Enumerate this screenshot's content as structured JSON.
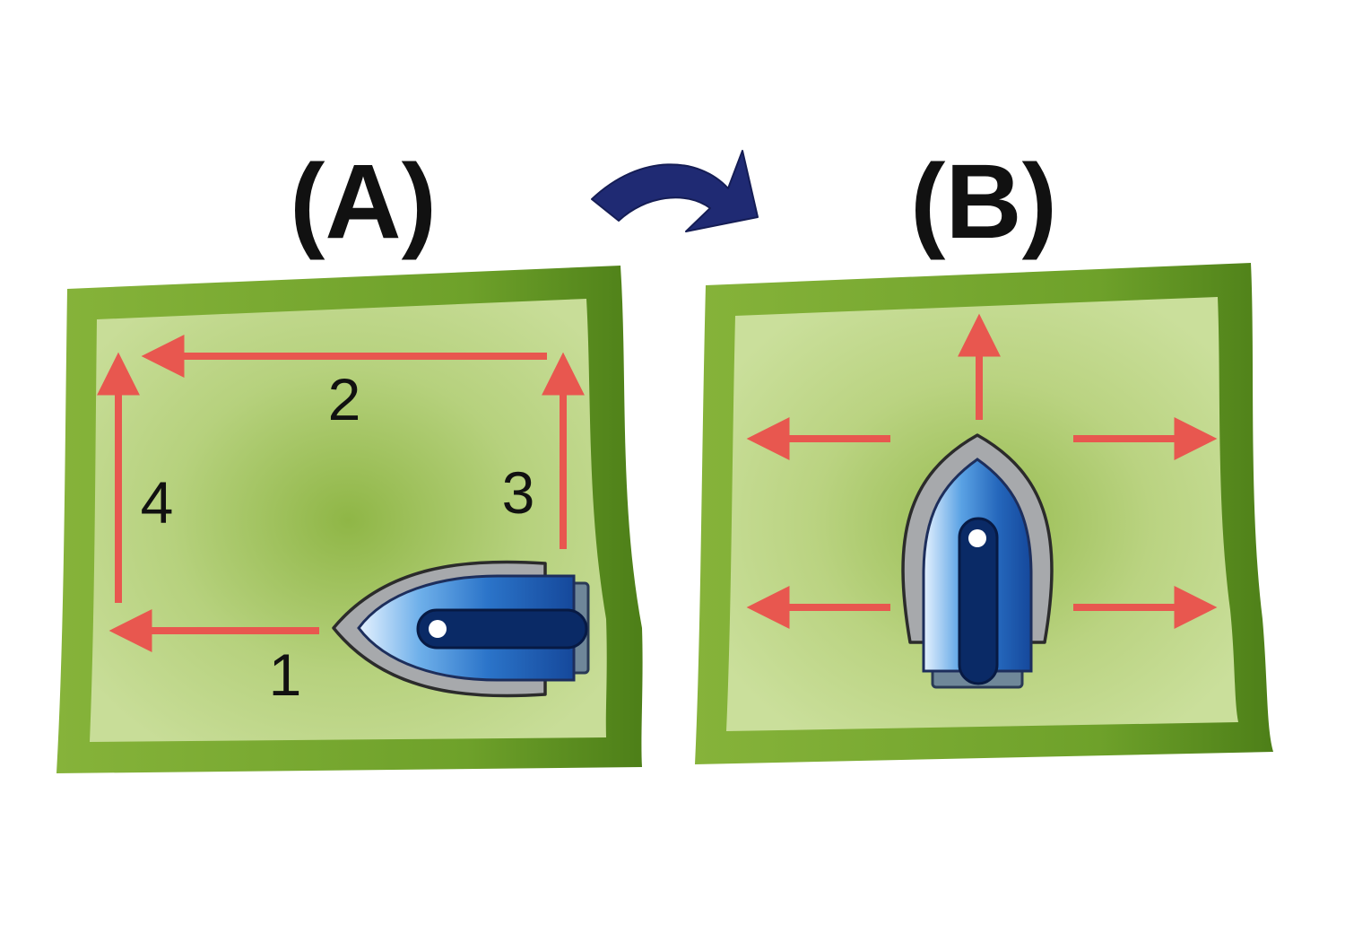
{
  "diagram": {
    "title": "",
    "panels": [
      {
        "label": "(A)",
        "steps": [
          "1",
          "2",
          "3",
          "4"
        ]
      },
      {
        "label": "(B)"
      }
    ]
  },
  "colors": {
    "cloth_border": "#5a8e1c",
    "cloth_inner": "#c7dc95",
    "cloth_center": "#91b84a",
    "arrow": "#e8574f",
    "iron_shell": "#a7a9ac",
    "iron_body": "#1f66b8",
    "iron_handle": "#0a2a66",
    "transition_arrow": "#1f2a73"
  },
  "icons": {
    "panel_a": "iron-icon",
    "panel_b": "iron-icon",
    "transition": "curved-arrow-icon"
  }
}
